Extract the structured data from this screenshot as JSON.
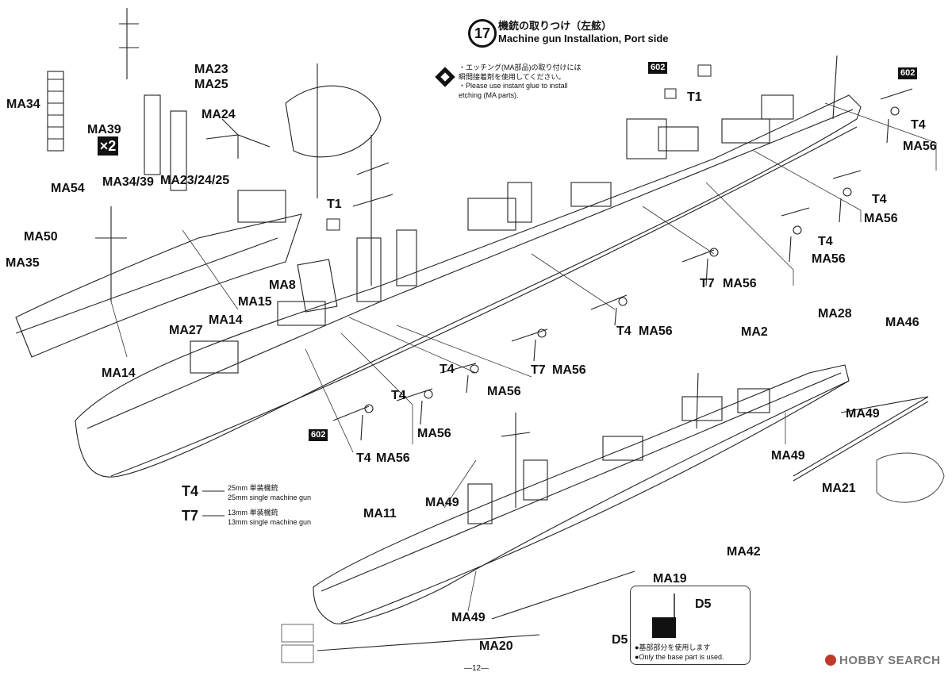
{
  "step": {
    "number": "17",
    "title_jp": "機銃の取りつけ（左舷）",
    "title_en": "Machine gun Installation, Port side"
  },
  "note": {
    "line1": "・エッチング(MA部品)の取り付けには",
    "line2": "瞬間接着剤を使用してください。",
    "line3": "・Please use instant glue to install",
    "line4": "etching (MA parts)."
  },
  "labels": {
    "ma34": "MA34",
    "ma39": "MA39",
    "x2": "×2",
    "ma23_a": "MA23",
    "ma25_a": "MA25",
    "ma24": "MA24",
    "ma34_39": "MA34/39",
    "ma23_24_25": "MA23/24/25",
    "ma54": "MA54",
    "ma50": "MA50",
    "ma35": "MA35",
    "ma8": "MA8",
    "ma15": "MA15",
    "ma14_a": "MA14",
    "ma27": "MA27",
    "ma14_b": "MA14",
    "t1_a": "T1",
    "t1_b": "T1",
    "badge_602_a": "602",
    "badge_602_b": "602",
    "badge_602_c": "602",
    "t4_r1": "T4",
    "ma56_r1": "MA56",
    "t4_r2": "T4",
    "ma56_r2": "MA56",
    "t4_r3": "T4",
    "ma56_r3": "MA56",
    "t7_r4": "T7",
    "ma56_r4": "MA56",
    "t4_r5": "T4",
    "ma56_r5": "MA56",
    "t7_r6": "T7",
    "ma56_r6": "MA56",
    "t4_r7": "T4",
    "ma56_r7": "MA56",
    "t4_r8": "T4",
    "ma56_r8": "MA56",
    "t4_r9": "T4",
    "ma56_r9": "MA56",
    "ma2": "MA2",
    "ma28": "MA28",
    "ma46": "MA46",
    "ma49_a": "MA49",
    "ma49_b": "MA49",
    "ma49_c": "MA49",
    "ma49_d": "MA49",
    "ma21": "MA21",
    "ma42": "MA42",
    "ma11": "MA11",
    "ma19": "MA19",
    "ma20": "MA20",
    "d5_a": "D5",
    "d5_b": "D5"
  },
  "legend": {
    "t4_code": "T4",
    "t4_jp": "25mm 単装機銃",
    "t4_en": "25mm single machine gun",
    "t7_code": "T7",
    "t7_jp": "13mm 単装機銃",
    "t7_en": "13mm single machine gun"
  },
  "d5_box": {
    "line1": "●基部部分を使用します",
    "line2": "●Only the base part is used."
  },
  "footer": {
    "page": "—12—",
    "brand": "HOBBY SEARCH"
  }
}
